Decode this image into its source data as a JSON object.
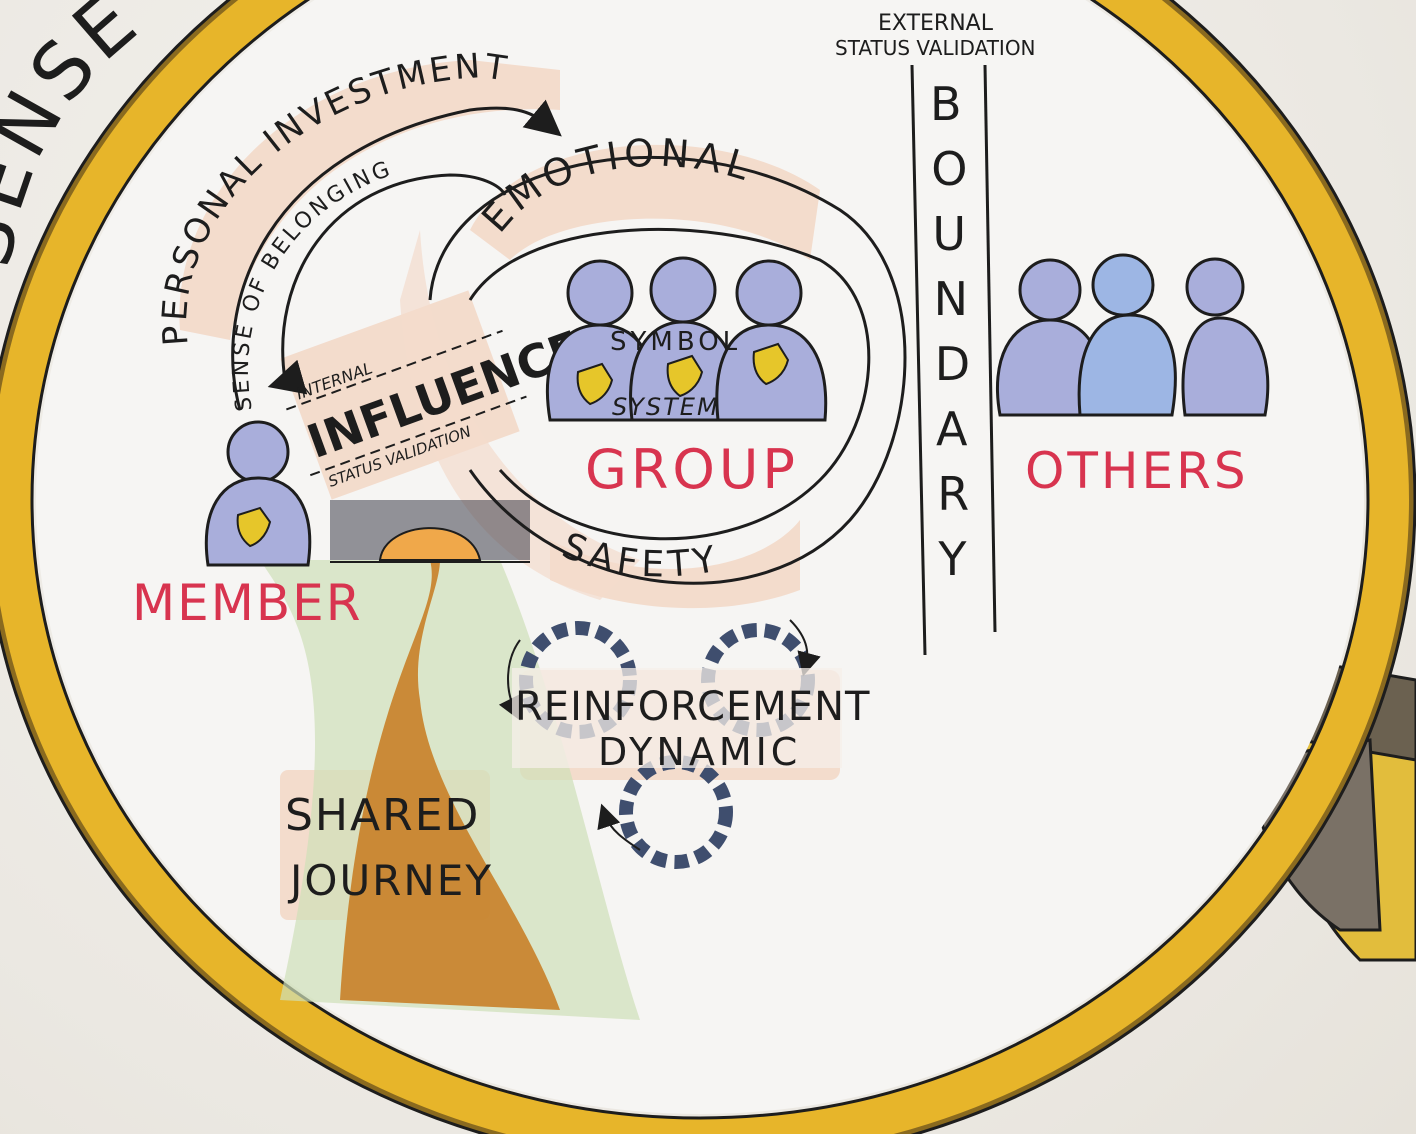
{
  "title_fragment": "SENSE",
  "arcs": {
    "personal_investment": "PERSONAL INVESTMENT",
    "sense_of_belonging": "SENSE OF BELONGING",
    "emotional": "EMOTIONAL",
    "safety": "SAFETY"
  },
  "influence": {
    "main": "INFLUENCE",
    "top": "INTERNAL",
    "bottom": "STATUS VALIDATION"
  },
  "group": {
    "label": "GROUP",
    "symbol_top": "SYMBOL",
    "symbol_bottom": "SYSTEM"
  },
  "member": {
    "label": "MEMBER"
  },
  "boundary": {
    "letters": [
      "B",
      "O",
      "U",
      "N",
      "D",
      "A",
      "R",
      "Y"
    ],
    "external_line1": "EXTERNAL",
    "external_line2": "STATUS VALIDATION"
  },
  "others": {
    "label": "OTHERS"
  },
  "reinforcement": {
    "line1": "REINFORCEMENT",
    "line2": "DYNAMIC"
  },
  "shared_journey": {
    "line1": "SHARED",
    "line2": "JOURNEY"
  },
  "colors": {
    "lens_rim": "#e7b52a",
    "lens_rim_dark": "#8a6a1f",
    "figure_blue": "#a9aedb",
    "shield_yellow": "#e6c62a",
    "shield_green": "#5f9a3c",
    "red_text": "#d8344f",
    "path_brown": "#c77a1e",
    "gear": "#3f4e6e",
    "peach_wash": "#f3d7c6"
  }
}
